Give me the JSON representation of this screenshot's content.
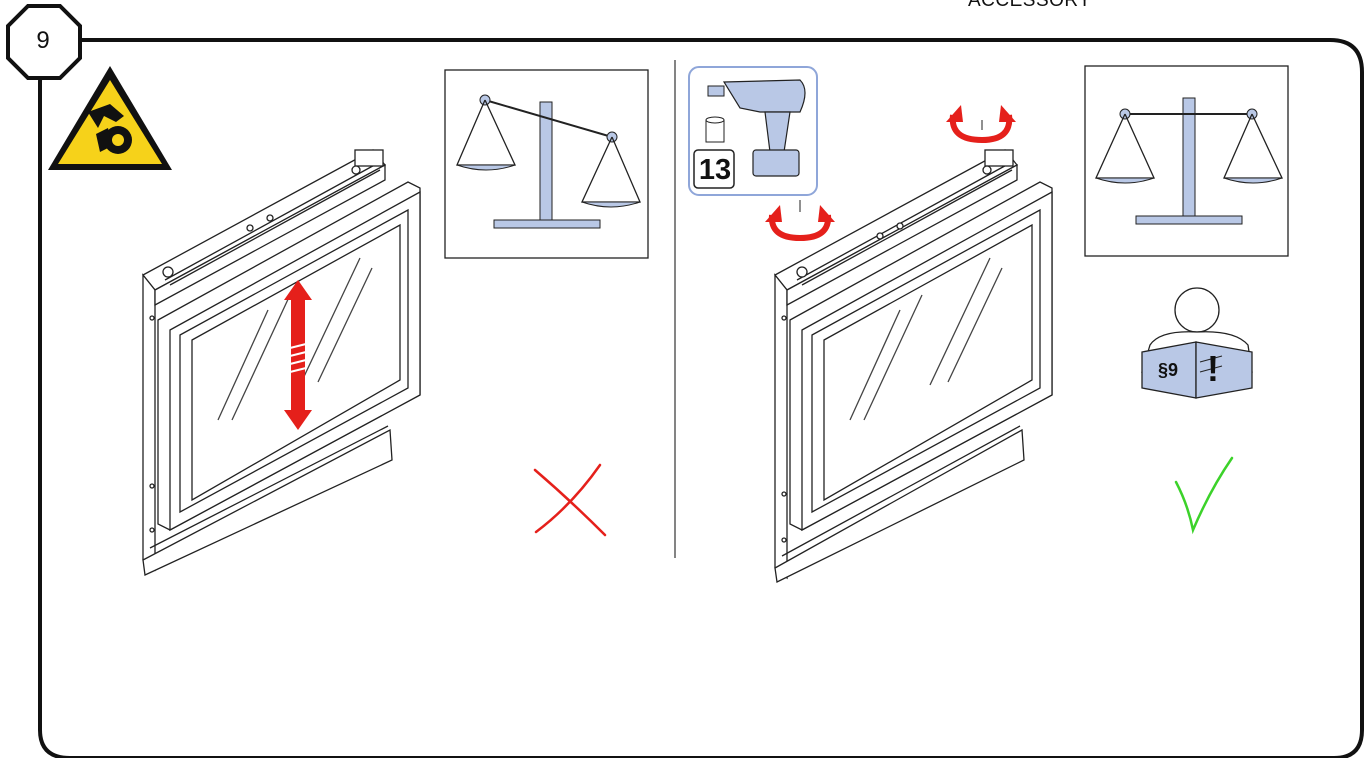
{
  "header": {
    "accessory_text": "ACCESSORY"
  },
  "step": {
    "number": "9"
  },
  "tool": {
    "socket_size": "13",
    "name_icon": "cordless-drill-icon"
  },
  "manual": {
    "section_label": "§9",
    "exclamation": "!"
  },
  "icons": {
    "warning": "hand-crush-warning-icon",
    "unbalanced": "unbalanced-scale-icon",
    "balanced": "balanced-scale-icon",
    "wrong": "cross-mark-icon",
    "right": "check-mark-icon"
  },
  "colors": {
    "frame": "#111111",
    "warning_yellow": "#F6D21A",
    "scale_blue": "#B9C8E6",
    "tool_frame": "#8FA6D9",
    "red": "#E5201B",
    "green": "#3CD22A"
  }
}
